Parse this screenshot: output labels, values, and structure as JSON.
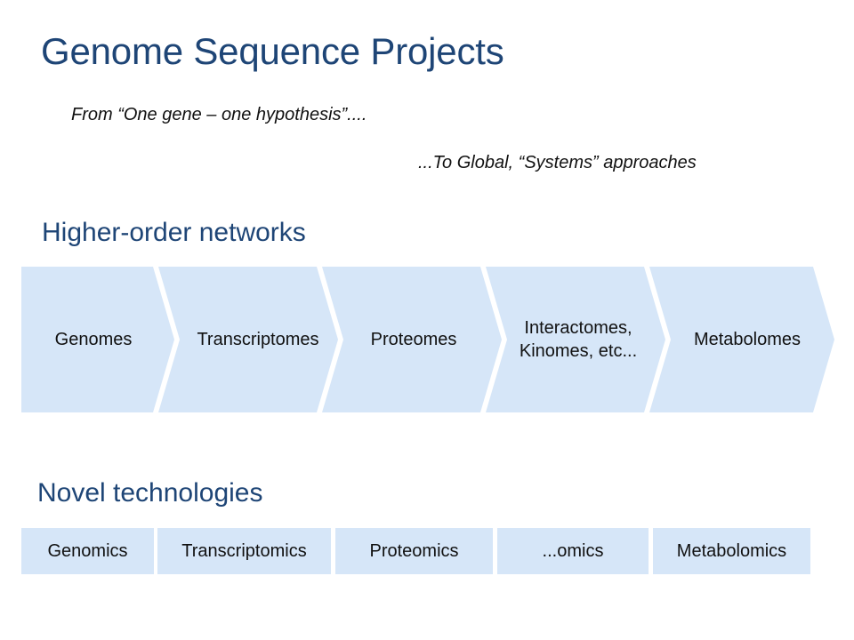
{
  "slide": {
    "title": "Genome Sequence Projects",
    "quote_from": "From “One gene – one hypothesis”....",
    "quote_to": "...To Global, “Systems” approaches"
  },
  "networks": {
    "heading": "Higher-order networks",
    "steps": [
      {
        "lines": [
          "Genomes"
        ]
      },
      {
        "lines": [
          "Transcriptomes"
        ]
      },
      {
        "lines": [
          "Proteomes"
        ]
      },
      {
        "lines": [
          "Interactomes,",
          "Kinomes, etc..."
        ]
      },
      {
        "lines": [
          "Metabolomes"
        ]
      }
    ]
  },
  "technologies": {
    "heading": "Novel technologies",
    "items": [
      "Genomics",
      "Transcriptomics",
      "Proteomics",
      "...omics",
      "Metabolomics"
    ]
  },
  "colors": {
    "title": "#1e4576",
    "chevron_fill": "#d6e6f8",
    "box_fill": "#d6e6f8"
  }
}
